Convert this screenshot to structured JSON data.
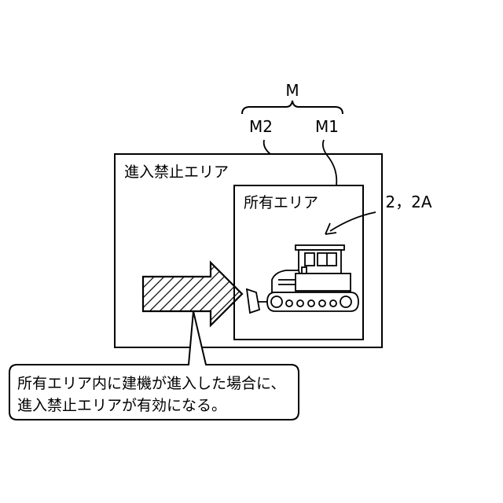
{
  "labels": {
    "m": "M",
    "m2": "M2",
    "m1": "M1",
    "ref": "2，2A"
  },
  "areas": {
    "no_entry": "進入禁止エリア",
    "owned": "所有エリア"
  },
  "callout": {
    "line1": "所有エリア内に建機が進入した場合に、",
    "line2": "進入禁止エリアが有効になる。"
  },
  "icons": {
    "machine": "bulldozer-icon",
    "arrow": "hatched-arrow-icon"
  },
  "colors": {
    "stroke": "#000000",
    "background": "#ffffff"
  }
}
